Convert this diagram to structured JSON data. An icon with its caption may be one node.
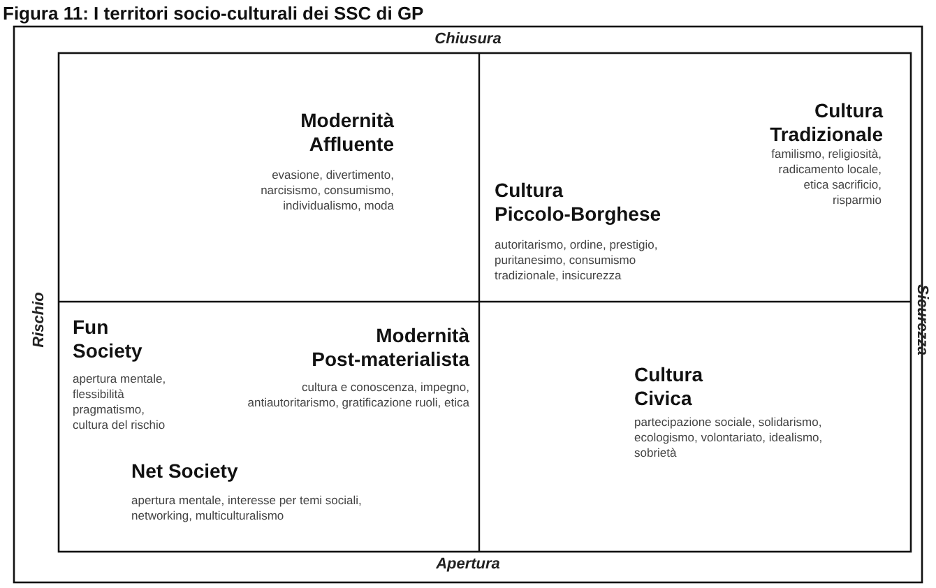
{
  "diagram": {
    "title": "Figura 11: I territori socio-culturali dei SSC di GP",
    "labels": [
      "Chiusura",
      "Modernità Affluente",
      "evasione, divertimento, narcisismo, consumismo, individualismo, moda",
      "Cultura Tradizionale",
      "familismo, religiosità, radicamento locale, etica sacrificio, risparmio",
      "Cultura Piccolo-Borghese",
      "autoritarismo, ordine, prestigio, puritanesimo, consumismo tradizionale, insicurezza",
      "Rischio",
      "Sicurezza",
      "Fun Society",
      "apertura mentale, flessibilità pragmatismo, cultura del rischio",
      "Modernità Post-materialista",
      "cultura e conoscenza, impegno, antiautoritarismo, gratificazione ruoli, etica",
      "Cultura Civica",
      "partecipazione sociale, solidarismo, ecologismo, volontariato, idealismo, sobrietà",
      "Net Society",
      "apertura mentale, interesse per temi sociali, networking, multiculturalismo",
      "Apertura"
    ]
  }
}
